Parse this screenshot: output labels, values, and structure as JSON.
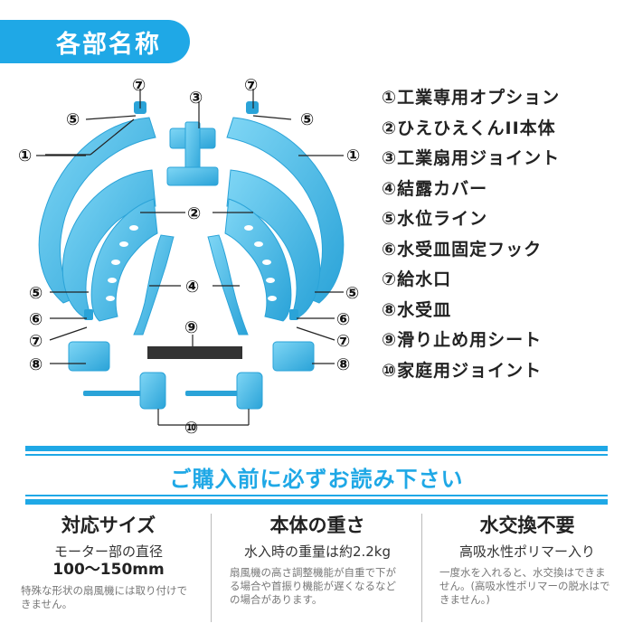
{
  "header": {
    "title": "各部名称"
  },
  "diagram": {
    "labels": {
      "n1": "①",
      "n2": "②",
      "n3": "③",
      "n4": "④",
      "n5": "⑤",
      "n6": "⑥",
      "n7": "⑦",
      "n8": "⑧",
      "n9": "⑨",
      "n10": "⑩"
    }
  },
  "legend": [
    "①工業専用オプション",
    "②ひえひえくんII本体",
    "③工業扇用ジョイント",
    "④結露カバー",
    "⑤水位ライン",
    "⑥水受皿固定フック",
    "⑦給水口",
    "⑧水受皿",
    "⑨滑り止め用シート",
    "⑩家庭用ジョイント"
  ],
  "notice": "ご購入前に必ずお読み下さい",
  "columns": [
    {
      "head": "対応サイズ",
      "sub": "モーター部の直径",
      "big": "100～150mm",
      "note": "特殊な形状の扇風機には取り付けできません。"
    },
    {
      "head": "本体の重さ",
      "sub": "水入時の重量は約2.2kg",
      "note": "扇風機の高さ調整機能が自重で下がる場合や首振り機能が遅くなるなどの場合があります。"
    },
    {
      "head": "水交換不要",
      "sub": "高吸水性ポリマー入り",
      "note": "一度水を入れると、水交換はできません。(高吸水性ポリマーの脱水はできません。)"
    }
  ],
  "colors": {
    "accent": "#1fa8e6",
    "part": "#4fc3ee",
    "part_dark": "#2aa3d8"
  }
}
